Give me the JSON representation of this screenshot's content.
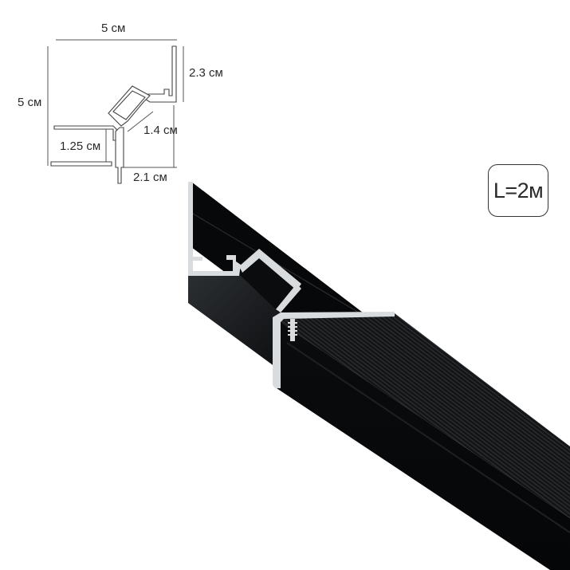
{
  "product": {
    "type": "corner aluminium LED profile",
    "finish_color": "#0b0d0f",
    "cut_face_color": "#d9dcdf"
  },
  "diagram": {
    "dimensions": {
      "width": "5 см",
      "height": "5 см",
      "top_flange": "2.3 см",
      "diagonal_channel": "1.4 см",
      "lower_flange": "1.25 см",
      "bottom_offset": "2.1 см"
    }
  },
  "badge": {
    "length": "L=2м"
  }
}
